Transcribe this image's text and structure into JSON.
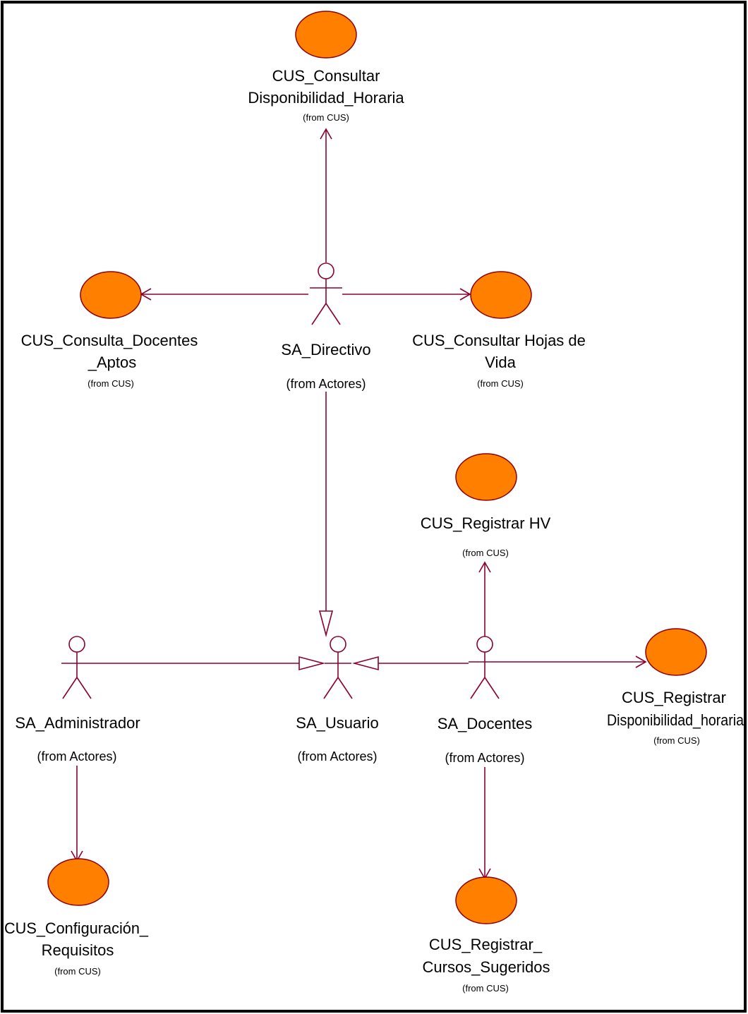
{
  "use_cases": {
    "consultar_disponibilidad": {
      "line1": "CUS_Consultar",
      "line2": "Disponibilidad_Horaria",
      "from": "(from CUS)"
    },
    "consulta_docentes_aptos": {
      "line1": "CUS_Consulta_Docentes",
      "line2": "_Aptos",
      "from": "(from CUS)"
    },
    "consultar_hojas_vida": {
      "line1": "CUS_Consultar Hojas de",
      "line2": "Vida",
      "from": "(from CUS)"
    },
    "registrar_hv": {
      "line1": "CUS_Registrar HV",
      "from": "(from CUS)"
    },
    "registrar_disponibilidad": {
      "line1": "CUS_Registrar",
      "line2": "Disponibilidad_horaria",
      "from": "(from CUS)"
    },
    "configuracion_requisitos": {
      "line1": "CUS_Configuración_",
      "line2": "Requisitos",
      "from": "(from CUS)"
    },
    "registrar_cursos": {
      "line1": "CUS_Registrar_",
      "line2": "Cursos_Sugeridos",
      "from": "(from CUS)"
    }
  },
  "actors": {
    "directivo": {
      "name": "SA_Directivo",
      "from": "(from Actores)"
    },
    "administrador": {
      "name": "SA_Administrador",
      "from": "(from Actores)"
    },
    "usuario": {
      "name": "SA_Usuario",
      "from": "(from Actores)"
    },
    "docentes": {
      "name": "SA_Docentes",
      "from": "(from Actores)"
    }
  },
  "colors": {
    "use_case_fill": "#ff7f00",
    "line": "#8b0030",
    "frame": "#000000"
  }
}
